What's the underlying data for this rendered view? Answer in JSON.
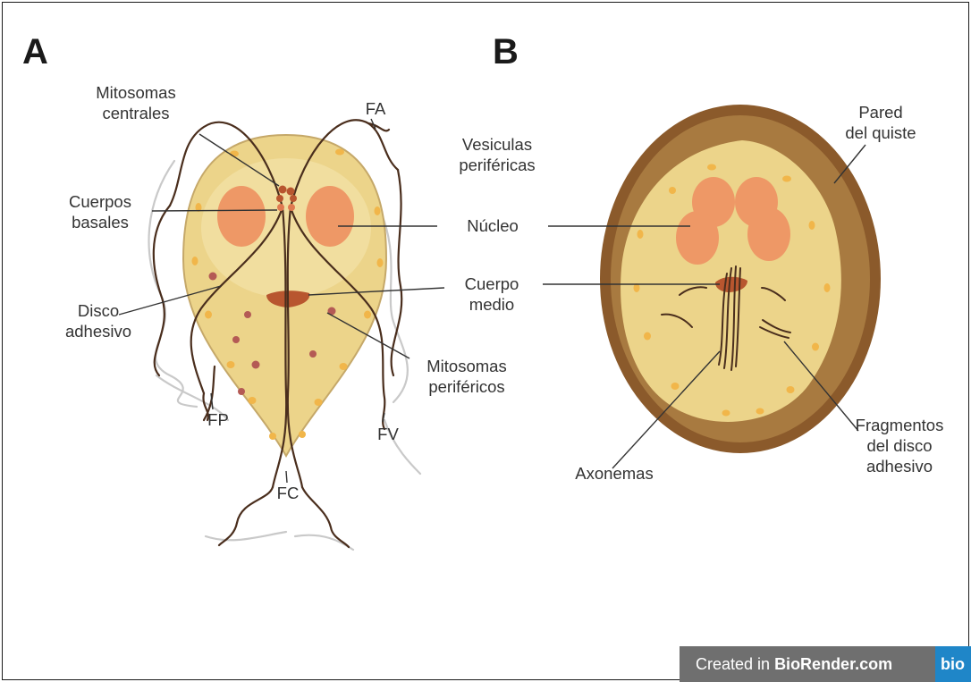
{
  "panels": {
    "a": {
      "letter": "A"
    },
    "b": {
      "letter": "B"
    }
  },
  "labels_a": {
    "mitosomas_centrales": [
      "Mitosomas",
      "centrales"
    ],
    "fa": "FA",
    "cuerpos_basales": [
      "Cuerpos",
      "basales"
    ],
    "disco_adhesivo": [
      "Disco",
      "adhesivo"
    ],
    "mitosomas_perifericos": [
      "Mitosomas",
      "periféricos"
    ],
    "fp": "FP",
    "fv": "FV",
    "fc": "FC"
  },
  "labels_b": {
    "vesiculas_perifericas": [
      "Vesiculas",
      "periféricas"
    ],
    "pared_del_quiste": [
      "Pared",
      "del quiste"
    ],
    "nucleo": "Núcleo",
    "cuerpo_medio": [
      "Cuerpo",
      "medio"
    ],
    "axonemas": "Axonemas",
    "fragmentos": [
      "Fragmentos",
      "del disco",
      "adhesivo"
    ]
  },
  "badge": {
    "prefix": "Created in ",
    "brand": "BioRender.com",
    "logo": "bio"
  },
  "colors": {
    "cell_fill": "#ecd48a",
    "cell_inner": "#f3e2a6",
    "cell_outline": "#c5a869",
    "nucleus": "#ee9866",
    "flagella": "#4a2e1d",
    "cyst_wall": "#8b5a2b",
    "cyst_wall_inner": "#a87a40",
    "vesicles": "#f1b64a",
    "mitosomes": "#b45a55",
    "median_body": "#b8562f"
  }
}
